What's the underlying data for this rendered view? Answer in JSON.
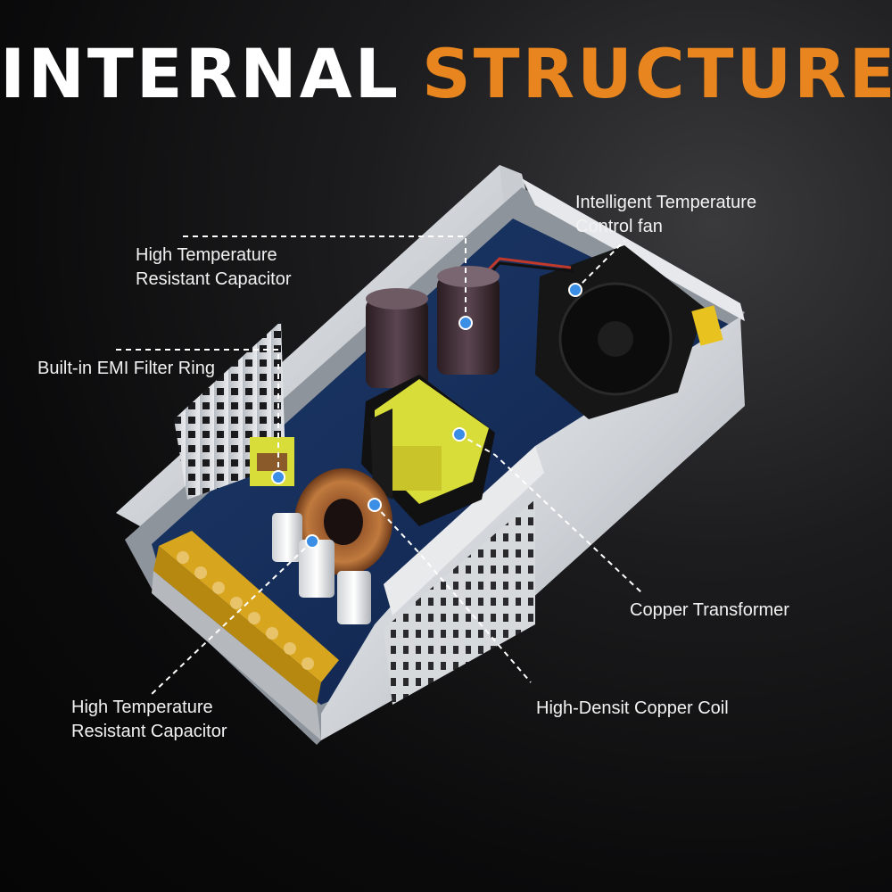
{
  "title": {
    "word1": "INTERNAL",
    "word2": "STRUCTURE",
    "word2_color": "#e8851e"
  },
  "callouts": [
    {
      "id": "fan",
      "lines": [
        "Intelligent Temperature",
        "Control fan"
      ]
    },
    {
      "id": "top-capacitor",
      "lines": [
        "High Temperature",
        "Resistant Capacitor"
      ]
    },
    {
      "id": "emi-filter",
      "lines": [
        "Built-in EMI Filter Ring"
      ]
    },
    {
      "id": "transformer",
      "lines": [
        "Copper Transformer"
      ]
    },
    {
      "id": "bottom-capacitor",
      "lines": [
        "High Temperature",
        "Resistant Capacitor"
      ]
    },
    {
      "id": "copper-coil",
      "lines": [
        "High-Densit Copper Coil"
      ]
    }
  ],
  "colors": {
    "marker": "#3a8ee6",
    "leader": "#ffffff"
  }
}
